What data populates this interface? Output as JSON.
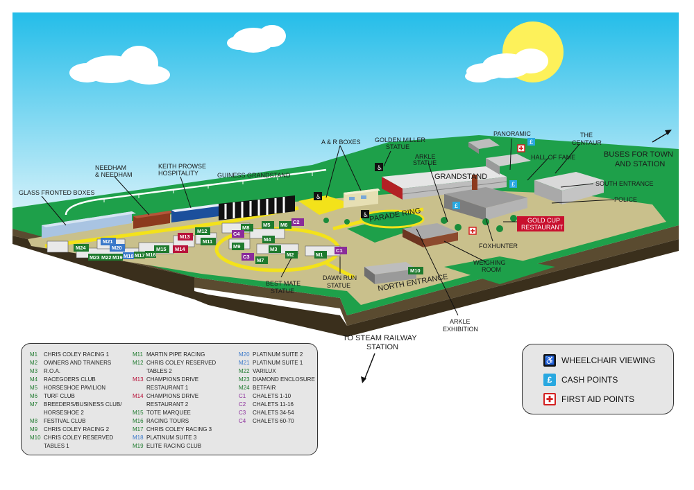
{
  "labels": {
    "glass_fronted_boxes": "GLASS FRONTED BOXES",
    "needham_1": "NEEDHAM",
    "needham_2": "& NEEDHAM",
    "keith_1": "KEITH PROWSE",
    "keith_2": "HOSPITALITY",
    "guiness": "GUINESS GRANDSTAND",
    "ar_boxes": "A & R BOXES",
    "golden_1": "GOLDEN MILLER",
    "golden_2": "STATUE",
    "arkle_statue_1": "ARKLE",
    "arkle_statue_2": "STATUE",
    "grandstand": "GRANDSTAND",
    "panoramic": "PANORAMIC",
    "hall_of_fame": "HALL OF FAME",
    "centaur_1": "THE",
    "centaur_2": "CENTAUR",
    "buses_1": "BUSES FOR TOWN",
    "buses_2": "AND STATION",
    "south_entrance": "SOUTH ENTRANCE",
    "police": "POLICE",
    "parade_ring": "PARADE RING",
    "gold_cup_1": "GOLD CUP",
    "gold_cup_2": "RESTAURANT",
    "foxhunter": "FOXHUNTER",
    "weighing_1": "WEIGHING",
    "weighing_2": "ROOM",
    "north_entrance": "NORTH ENTRANCE",
    "arkle_exh_1": "ARKLE",
    "arkle_exh_2": "EXHIBITION",
    "steam_1": "TO STEAM RAILWAY",
    "steam_2": "STATION",
    "best_mate_1": "BEST MATE",
    "best_mate_2": "STATUE",
    "dawn_run_1": "DAWN RUN",
    "dawn_run_2": "STATUE"
  },
  "map_codes": {
    "m1": "M1",
    "m2": "M2",
    "m3": "M3",
    "m4": "M4",
    "m5": "M5",
    "m6": "M6",
    "m7": "M7",
    "m8": "M8",
    "m9": "M9",
    "m10": "M10",
    "m11": "M11",
    "m12": "M12",
    "m13": "M13",
    "m14": "M14",
    "m15": "M15",
    "m16": "M16",
    "m17": "M17",
    "m18": "M18",
    "m19": "M19",
    "m20": "M20",
    "m21": "M21",
    "m22": "M22",
    "m23": "M23",
    "m24": "M24",
    "c1": "C1",
    "c2": "C2",
    "c3": "C3",
    "c4": "C4"
  },
  "legend": {
    "col1": [
      {
        "code": "M1",
        "name": "CHRIS COLEY RACING 1"
      },
      {
        "code": "M2",
        "name": "OWNERS AND TRAINERS"
      },
      {
        "code": "M3",
        "name": "R.O.A."
      },
      {
        "code": "M4",
        "name": "RACEGOERS CLUB"
      },
      {
        "code": "M5",
        "name": "HORSESHOE PAVILION"
      },
      {
        "code": "M6",
        "name": "TURF CLUB"
      },
      {
        "code": "M7",
        "name": "BREEDERS/BUSINESS CLUB/"
      },
      {
        "code": "",
        "name": "HORSESHOE 2"
      },
      {
        "code": "M8",
        "name": "FESTIVAL CLUB"
      },
      {
        "code": "M9",
        "name": "CHRIS COLEY RACING 2"
      },
      {
        "code": "M10",
        "name": "CHRIS COLEY RESERVED"
      },
      {
        "code": "",
        "name": "TABLES 1"
      }
    ],
    "col2": [
      {
        "code": "M11",
        "name": "MARTIN PIPE RACING"
      },
      {
        "code": "M12",
        "name": "CHRIS COLEY RESERVED"
      },
      {
        "code": "",
        "name": "TABLES 2"
      },
      {
        "code": "M13",
        "name": "CHAMPIONS DRIVE"
      },
      {
        "code": "",
        "name": "RESTAURANT 1"
      },
      {
        "code": "M14",
        "name": "CHAMPIONS DRIVE"
      },
      {
        "code": "",
        "name": "RESTAURANT 2"
      },
      {
        "code": "M15",
        "name": "TOTE MARQUEE"
      },
      {
        "code": "M16",
        "name": "RACING TOURS"
      },
      {
        "code": "M17",
        "name": "CHRIS COLEY RACING 3"
      },
      {
        "code": "M18",
        "name": "PLATINUM SUITE 3"
      },
      {
        "code": "M19",
        "name": "ELITE RACING CLUB"
      }
    ],
    "col3": [
      {
        "code": "M20",
        "name": "PLATINUM SUITE 2"
      },
      {
        "code": "M21",
        "name": "PLATINUM SUITE 1"
      },
      {
        "code": "M22",
        "name": "VARILUX"
      },
      {
        "code": "M23",
        "name": "DIAMOND ENCLOSURE"
      },
      {
        "code": "M24",
        "name": "BETFAIR"
      },
      {
        "code": "C1",
        "name": "CHALETS 1-10"
      },
      {
        "code": "C2",
        "name": "CHALETS 11-16"
      },
      {
        "code": "C3",
        "name": "CHALETS 34-54"
      },
      {
        "code": "C4",
        "name": "CHALETS 60-70"
      }
    ]
  },
  "key": {
    "wheelchair": "WHEELCHAIR VIEWING",
    "cash": "CASH POINTS",
    "first_aid": "FIRST AID POINTS",
    "cash_symbol": "£",
    "wheelchair_icon": "wheelchair-icon",
    "cash_icon": "pound-icon",
    "first_aid_icon": "cross-icon"
  },
  "colors": {
    "sky_top": "#2ec4ee",
    "sky_bottom": "#d9f3fb",
    "grass": "#1ea04a",
    "ground": "#c8bf8c",
    "cliff": "#4a3f2a",
    "track_yellow": "#f3e21a",
    "green_code": "#1e7a2e",
    "red_code": "#b8123a",
    "blue_code": "#3a78c9",
    "purple_code": "#8a2b9a"
  }
}
